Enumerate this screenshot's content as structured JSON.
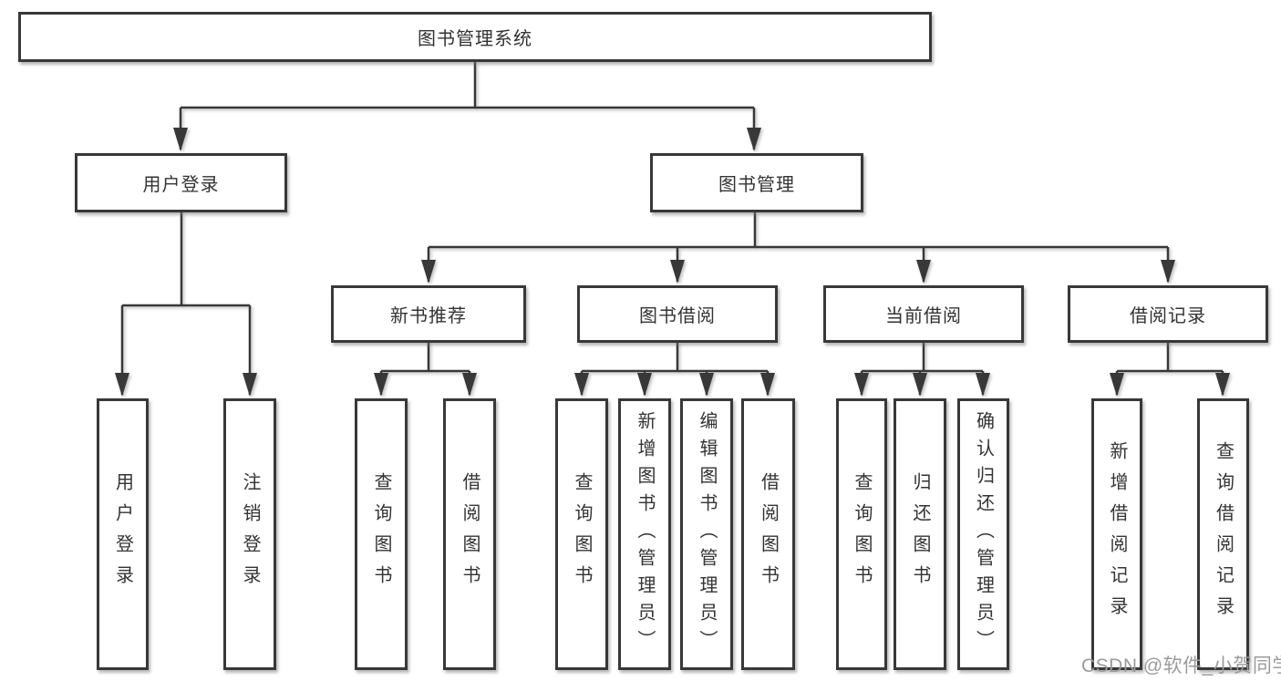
{
  "diagram": {
    "root": {
      "label": "图书管理系统"
    },
    "level2": [
      {
        "label": "用户登录"
      },
      {
        "label": "图书管理"
      }
    ],
    "level3": [
      {
        "label": "新书推荐"
      },
      {
        "label": "图书借阅"
      },
      {
        "label": "当前借阅"
      },
      {
        "label": "借阅记录"
      }
    ],
    "leaves": [
      {
        "label": "用户登录"
      },
      {
        "label": "注销登录"
      },
      {
        "label": "查询图书"
      },
      {
        "label": "借阅图书"
      },
      {
        "label": "查询图书"
      },
      {
        "label": "新增图书（管理员）"
      },
      {
        "label": "编辑图书（管理员）"
      },
      {
        "label": "借阅图书"
      },
      {
        "label": "查询图书"
      },
      {
        "label": "归还图书"
      },
      {
        "label": "确认归还（管理员）"
      },
      {
        "label": "新增借阅记录"
      },
      {
        "label": "查询借阅记录"
      }
    ],
    "watermark": "CSDN @软件_小贺同学",
    "colors": {
      "line": "#383838",
      "text": "#333333",
      "watermark": "#9b9b9b",
      "background": "#ffffff"
    }
  }
}
